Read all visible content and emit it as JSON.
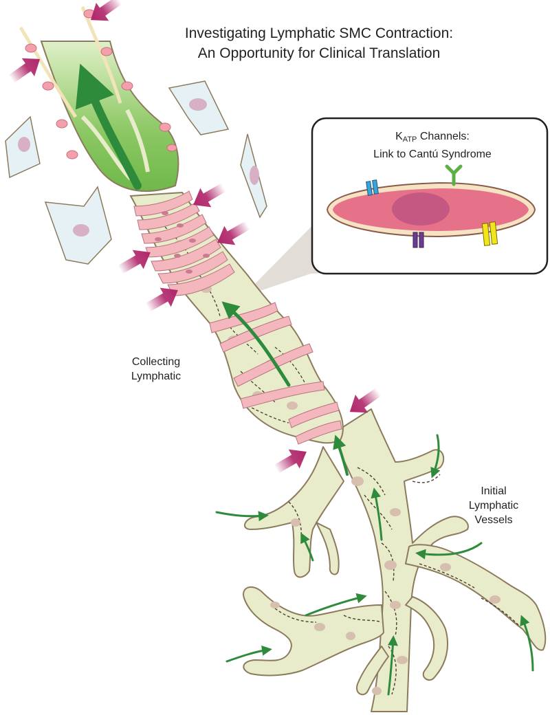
{
  "title": {
    "line1": "Investigating Lymphatic SMC Contraction:",
    "line2": "An Opportunity for Clinical Translation"
  },
  "inset": {
    "k_letter": "K",
    "k_subscript": "ATP",
    "k_suffix": " Channels:",
    "line2": "Link to Cantú Syndrome"
  },
  "labels": {
    "collecting_line1": "Collecting",
    "collecting_line2": "Lymphatic",
    "initial_line1": "Initial",
    "initial_line2": "Lymphatic",
    "initial_line3": "Vessels"
  },
  "colors": {
    "vessel_fill": "#e8eccb",
    "vessel_outline": "#8c7a5c",
    "lumen_green": "#6fb84a",
    "flow_arrow": "#2e8b3c",
    "smc_pink": "#f3b7bd",
    "force_arrow": "#b0266a",
    "cell_membrane": "#8a5a48",
    "cell_cytoplasm": "#e6728a",
    "channel_blue": "#3aa3d8",
    "channel_purple": "#6a3d8f",
    "channel_yellow": "#f2e51c",
    "receptor_green": "#5ab045",
    "inset_wedge": "#e3ddd8"
  }
}
